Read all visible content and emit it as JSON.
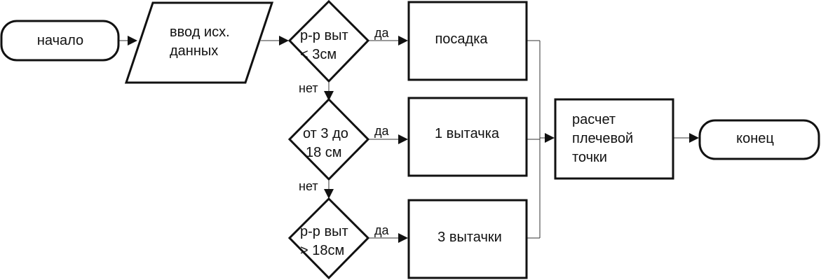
{
  "nodes": {
    "start": "начало",
    "input": [
      "ввод исх.",
      "данных"
    ],
    "cond1": [
      "р-р выт",
      "< 3см"
    ],
    "cond2": [
      "от 3 до",
      "18 см"
    ],
    "cond3": [
      "р-р выт",
      "> 18см"
    ],
    "act1": "посадка",
    "act2": "1 вытачка",
    "act3": "3 вытачки",
    "calc": [
      "расчет",
      "плечевой",
      "точки"
    ],
    "end": "конец"
  },
  "labels": {
    "yes": "да",
    "no": "нет"
  }
}
